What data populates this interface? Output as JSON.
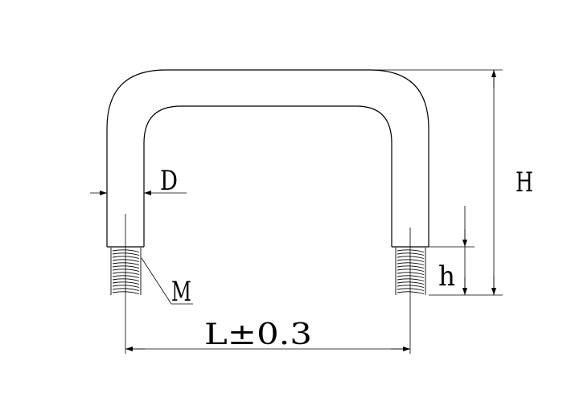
{
  "labels": {
    "diameter": "D",
    "thread": "M",
    "height": "H",
    "thread_length": "h",
    "length": "L±0.3"
  },
  "colors": {
    "line": "#000000",
    "background": "#ffffff"
  }
}
